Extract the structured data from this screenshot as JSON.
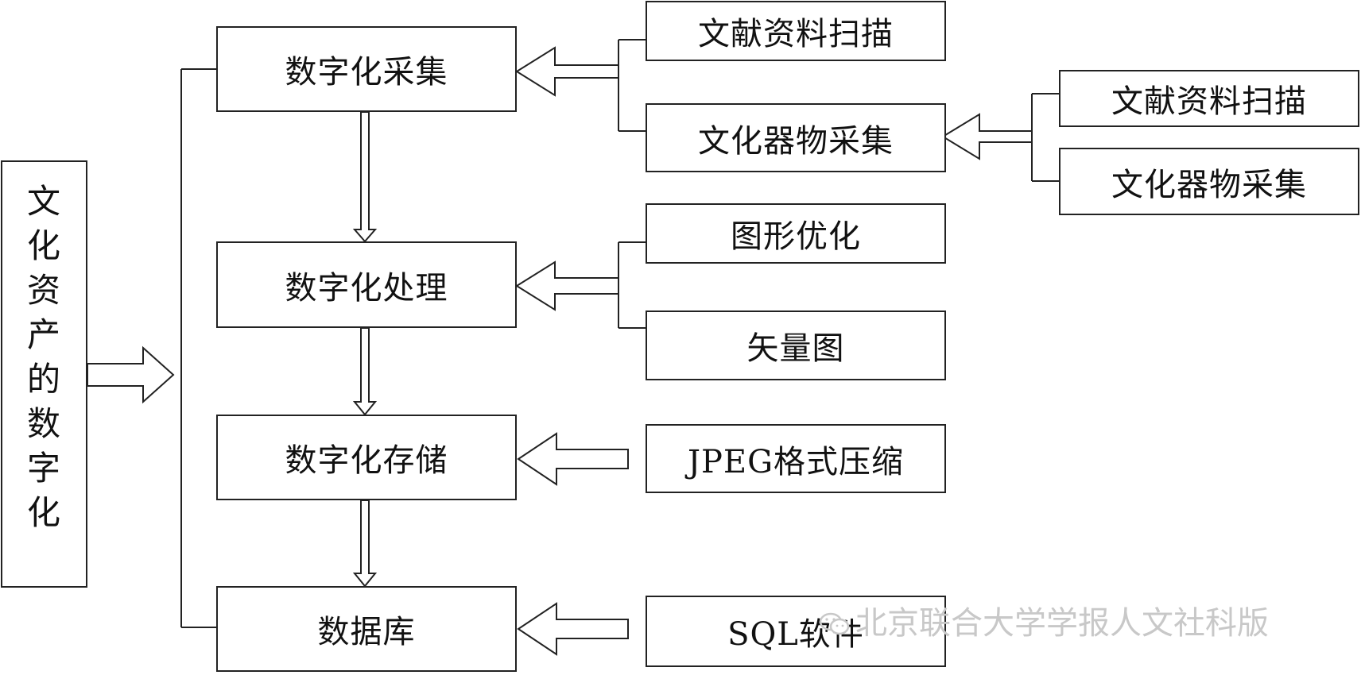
{
  "root": {
    "label_chars": [
      "文",
      "化",
      "资",
      "产",
      "的",
      "数",
      "字",
      "化"
    ]
  },
  "stages": {
    "collect": "数字化采集",
    "process": "数字化处理",
    "store": "数字化存储",
    "database": "数据库"
  },
  "inputs": {
    "scan": "文献资料扫描",
    "artifact": "文化器物采集",
    "scan_sub": "文献资料扫描",
    "artifact_sub": "文化器物采集",
    "graphic_opt": "图形优化",
    "vector": "矢量图",
    "jpeg": "JPEG格式压缩",
    "sql": "SQL软件"
  },
  "watermark": {
    "text": "北京联合大学学报人文社科版"
  }
}
